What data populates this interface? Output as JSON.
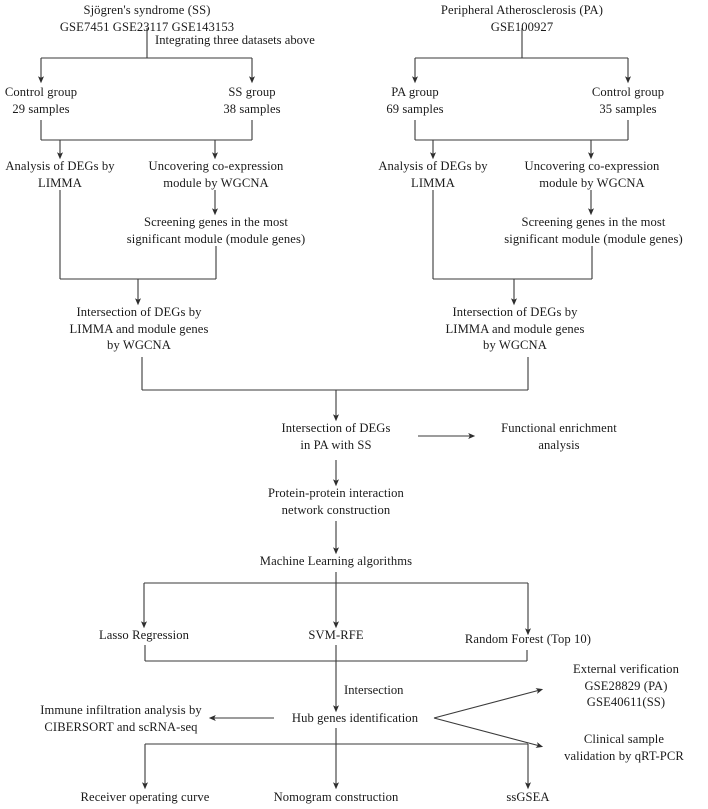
{
  "diagram": {
    "title": "Study workflow flowchart",
    "line_color": "#3a3a3a",
    "text_color": "#1a1a1a",
    "background": "#ffffff",
    "nodes": {
      "ss_source": "Sjögren's syndrome (SS)\nGSE7451 GSE23117 GSE143153",
      "pa_source": "Peripheral Atherosclerosis (PA)\nGSE100927",
      "integrating_label": "Integrating three datasets above",
      "ss_control_group": "Control group\n29 samples",
      "ss_group": "SS group\n38 samples",
      "pa_group": "PA group\n69 samples",
      "pa_control_group": "Control group\n35 samples",
      "ss_limma": "Analysis of DEGs by\nLIMMA",
      "ss_wgcna": "Uncovering co-expression\nmodule by WGCNA",
      "pa_limma": "Analysis of DEGs by\nLIMMA",
      "pa_wgcna": "Uncovering co-expression\nmodule by WGCNA",
      "ss_screening": "Screening genes in the most\nsignificant module (module genes)",
      "pa_screening": "Screening genes in the most\nsignificant module (module genes)",
      "ss_intersection": "Intersection of DEGs by\nLIMMA and module genes\nby WGCNA",
      "pa_intersection": "Intersection of DEGs by\nLIMMA and module genes\nby WGCNA",
      "deg_intersection": "Intersection of DEGs\nin PA with SS",
      "functional_enrichment": "Functional enrichment\nanalysis",
      "ppi_network": "Protein-protein interaction\nnetwork construction",
      "machine_learning": "Machine Learning algorithms",
      "lasso": "Lasso Regression",
      "svm_rfe": "SVM-RFE",
      "random_forest": "Random Forest (Top 10)",
      "intersection_label": "Intersection",
      "hub_genes": "Hub genes identification",
      "immune_infiltration": "Immune infiltration analysis by\nCIBERSORT and scRNA-seq",
      "external_verification": "External verification\nGSE28829 (PA)\nGSE40611(SS)",
      "clinical_validation": "Clinical sample\nvalidation by qRT-PCR",
      "roc_curve": "Receiver operating curve",
      "nomogram": "Nomogram construction",
      "ssgsea": "ssGSEA"
    }
  }
}
